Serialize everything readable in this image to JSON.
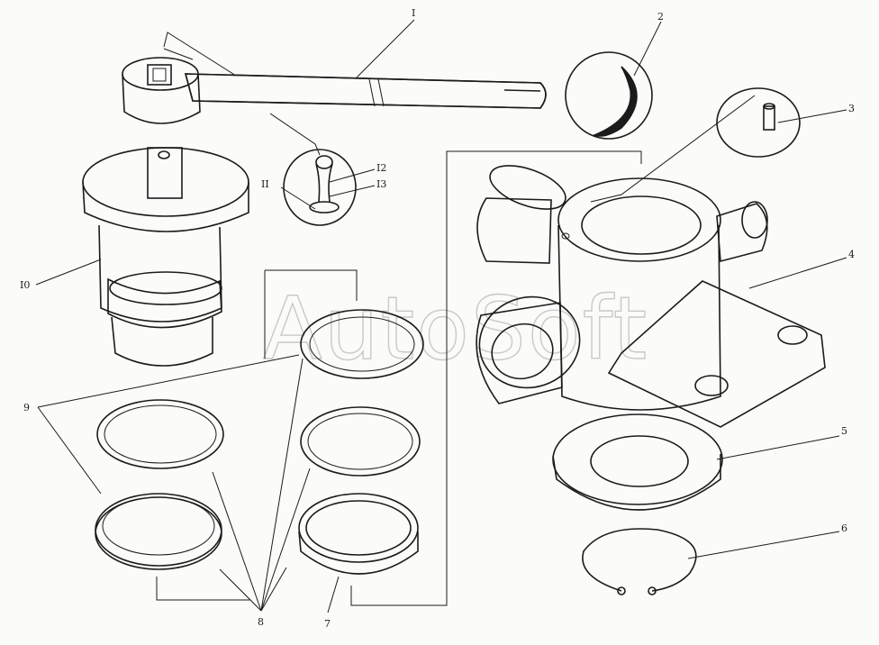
{
  "watermark": "AutoSoft",
  "callouts": {
    "c1": "I",
    "c2": "2",
    "c3": "3",
    "c4": "4",
    "c5": "5",
    "c6": "6",
    "c7": "7",
    "c8": "8",
    "c9": "9",
    "c10": "I0",
    "c11": "II",
    "c12": "I2",
    "c13": "I3"
  },
  "colors": {
    "ink": "#1b1b1b",
    "paper": "#fbfbf9",
    "watermark": "#c9c9c9"
  }
}
